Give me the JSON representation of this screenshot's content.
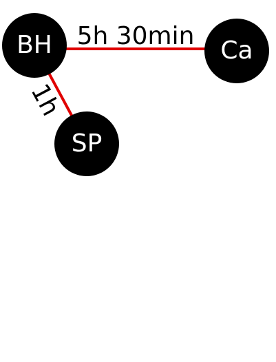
{
  "diagram": {
    "colors": {
      "background": "#ffffff",
      "node_fill": "#000000",
      "node_text": "#ffffff",
      "edge": "#e00000",
      "edge_text": "#000000"
    },
    "nodes": {
      "bh": {
        "label": "BH"
      },
      "ca": {
        "label": "Ca"
      },
      "sp": {
        "label": "SP"
      }
    },
    "edges": {
      "bh_ca": {
        "from": "BH",
        "to": "Ca",
        "label": "5h 30min"
      },
      "bh_sp": {
        "from": "BH",
        "to": "SP",
        "label": "1h"
      }
    }
  }
}
